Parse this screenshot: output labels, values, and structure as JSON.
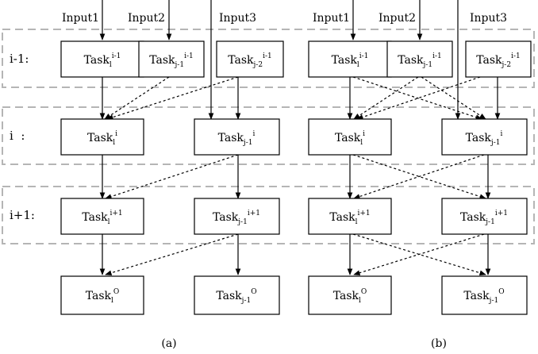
{
  "inputs": [
    "Input1",
    "Input2",
    "Input3"
  ],
  "levels": [
    "i-1:",
    "i  :",
    "i+1:"
  ],
  "tasks": {
    "t1_im1": {
      "base": "Task",
      "sub": "l",
      "sup": "i-1"
    },
    "t2_im1": {
      "base": "Task",
      "sub": "j-1",
      "sup": "i-1"
    },
    "t3_im1": {
      "base": "Task",
      "sub": "j-2",
      "sup": "i-1"
    },
    "t1_i": {
      "base": "Task",
      "sub": "l",
      "sup": "i"
    },
    "t2_i": {
      "base": "Task",
      "sub": "j-1",
      "sup": "i"
    },
    "t1_ip1": {
      "base": "Task",
      "sub": "l",
      "sup": "i+1"
    },
    "t2_ip1": {
      "base": "Task",
      "sub": "j-1",
      "sup": "i+1"
    },
    "t1_o": {
      "base": "Task",
      "sub": "l",
      "sup": "O"
    },
    "t2_o": {
      "base": "Task",
      "sub": "j-1",
      "sup": "O"
    }
  },
  "captions": {
    "a": "(a)",
    "b": "(b)"
  }
}
